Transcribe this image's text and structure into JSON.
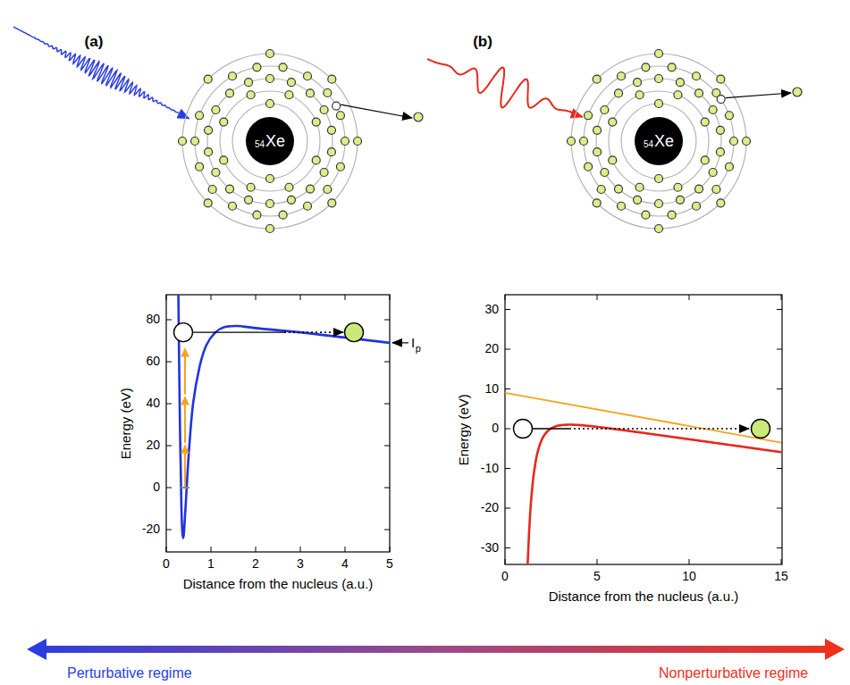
{
  "diagram": {
    "nodes": [
      {
        "text": [
          "54",
          "Xe"
        ]
      },
      {
        "text": [
          "54",
          "Xe"
        ]
      }
    ],
    "labels": [
      "(a)",
      "(b)",
      "80",
      "60",
      "40",
      "20",
      "0",
      "-20",
      "0",
      "1",
      "2",
      "3",
      "4",
      "5",
      "Energy (eV)",
      "Distance from the nucleus (a.u.)",
      "I",
      "p",
      "30",
      "20",
      "10",
      "0",
      "-10",
      "-20",
      "-30",
      "0",
      "5",
      "10",
      "15",
      "Energy (eV)",
      "Distance from the nucleus (a.u.)",
      "Perturbative regime",
      "Nonperturbative regime"
    ]
  }
}
